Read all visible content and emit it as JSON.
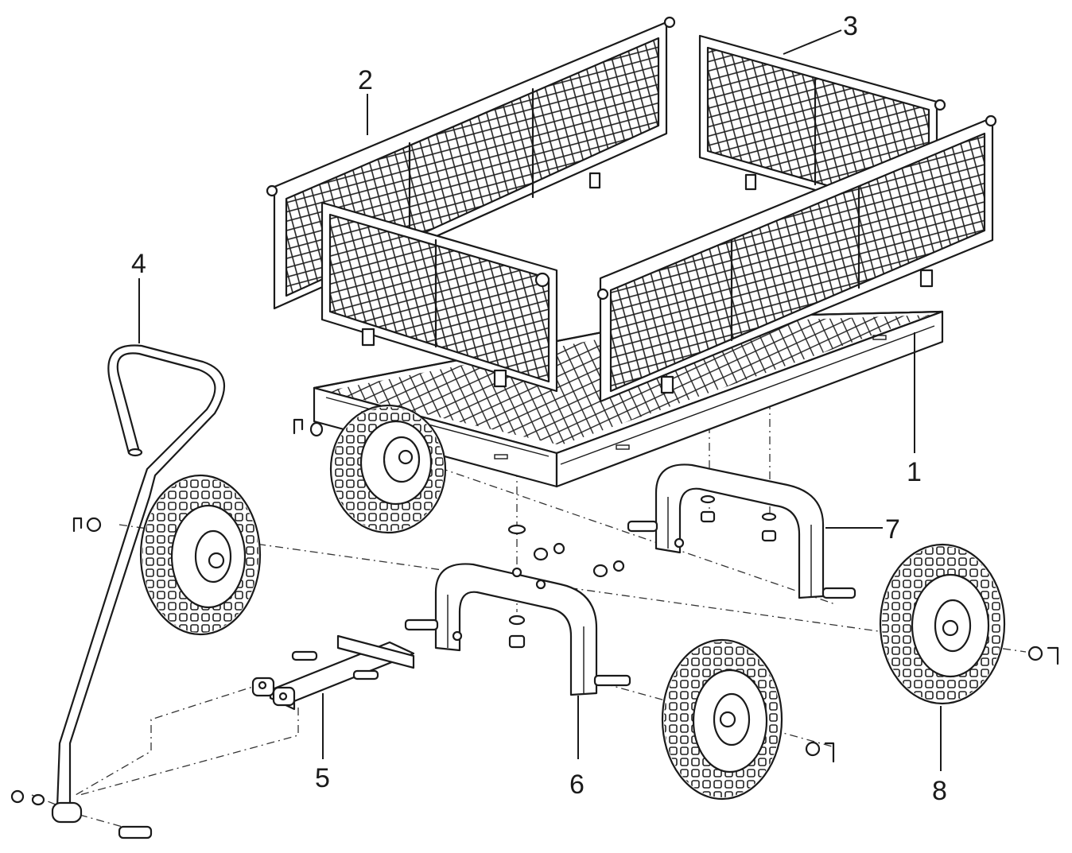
{
  "callouts": [
    {
      "id": "1",
      "label": "1",
      "part": "cart-bed"
    },
    {
      "id": "2",
      "label": "2",
      "part": "side-panel-long"
    },
    {
      "id": "3",
      "label": "3",
      "part": "side-panel-short"
    },
    {
      "id": "4",
      "label": "4",
      "part": "handle"
    },
    {
      "id": "5",
      "label": "5",
      "part": "tow-bracket"
    },
    {
      "id": "6",
      "label": "6",
      "part": "front-axle-frame"
    },
    {
      "id": "7",
      "label": "7",
      "part": "rear-axle-frame"
    },
    {
      "id": "8",
      "label": "8",
      "part": "wheel"
    }
  ],
  "colors": {
    "line": "#1a1a1a",
    "background": "#ffffff"
  }
}
